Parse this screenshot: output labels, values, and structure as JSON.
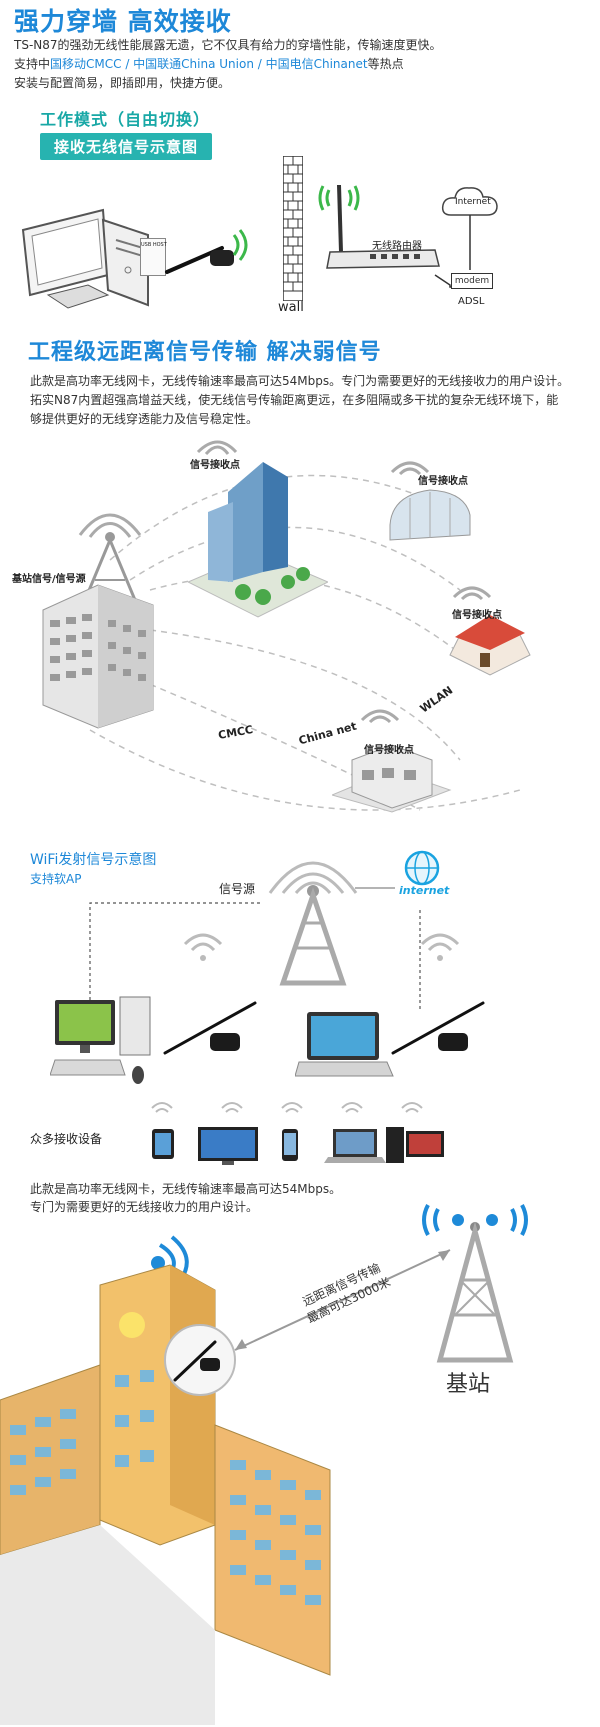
{
  "section1": {
    "title": "强力穿墙  高效接收",
    "line1": "TS-N87的强劲无线性能展露无遗，它不仅具有给力的穿墙性能，传输速度更快。",
    "line2_prefix": "支持中",
    "line2_carriers": "国移动CMCC / 中国联通China Union / 中国电信Chinanet",
    "line2_suffix": "等热点",
    "line3": "安装与配置简易，即插即用，快捷方便。",
    "mode_title": "工作模式（自由切换）",
    "mode_button": "接收无线信号示意图",
    "usb_label": "USB HOST",
    "wall_label": "wall",
    "router_label": "无线路由器",
    "internet_label": "Internet",
    "modem_label": "modem",
    "adsl_label": "ADSL"
  },
  "section2": {
    "title": "工程级远距离信号传输 解决弱信号",
    "line1": "此款是高功率无线网卡，无线传输速率最高可达54Mbps。专门为需要更好的无线接收力的用户设计。",
    "line2": "拓实N87内置超强高增益天线，使无线信号传输距离更远，在多阻隔或多干扰的复杂无线环境下，能",
    "line3": "够提供更好的无线穿透能力及信号稳定性。",
    "base_label": "基站信号/信号源",
    "receive_label": "信号接收点",
    "cmcc": "CMCC",
    "chinanet": "China net",
    "wlan": "WLAN"
  },
  "section3": {
    "title": "WiFi发射信号示意图",
    "subtitle": "支持软AP",
    "source_label": "信号源",
    "internet": "internet",
    "devices_label": "众多接收设备",
    "line1": "此款是高功率无线网卡，无线传输速率最高可达54Mbps。",
    "line2": "专门为需要更好的无线接收力的用户设计。",
    "range_line1": "远距离信号传输",
    "range_line2": "最高可达3000米",
    "base_station": "基站"
  },
  "colors": {
    "accent_blue": "#1e88d8",
    "teal": "#27b3b0"
  }
}
